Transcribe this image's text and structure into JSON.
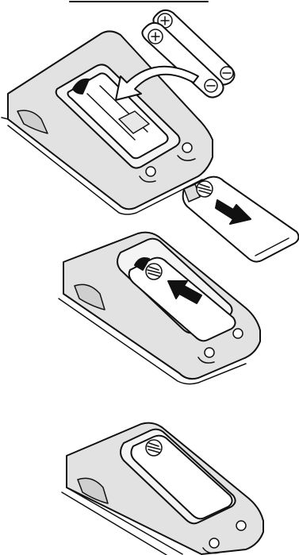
{
  "figure": {
    "steps": [
      {
        "id": "step-1",
        "action": "insert-batteries"
      },
      {
        "id": "step-2",
        "action": "slide-cover-on"
      },
      {
        "id": "step-3",
        "action": "cover-closed"
      }
    ],
    "battery_count": 2,
    "polarity_marks": [
      "+",
      "−"
    ],
    "colors": {
      "ink": "#111111",
      "remote_body": "#e2e2e2",
      "compartment": "#ffffff",
      "arrow": "#111111"
    },
    "icons": [
      "battery-icon",
      "curved-arrow-icon",
      "slide-arrow-icon",
      "grip-icon"
    ]
  }
}
